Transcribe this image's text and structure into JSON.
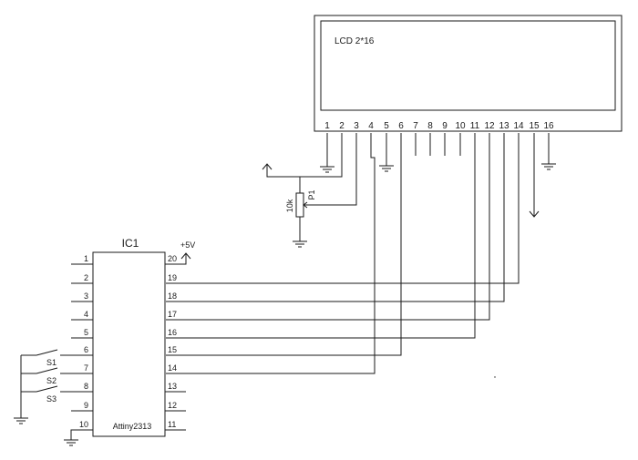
{
  "lcd": {
    "label": "LCD 2*16",
    "pins": [
      "1",
      "2",
      "3",
      "4",
      "5",
      "6",
      "7",
      "8",
      "9",
      "10",
      "11",
      "12",
      "13",
      "14",
      "15",
      "16"
    ]
  },
  "ic": {
    "name": "IC1",
    "part": "Attiny2313",
    "left_pins": [
      "1",
      "2",
      "3",
      "4",
      "5",
      "6",
      "7",
      "8",
      "9",
      "10"
    ],
    "right_pins": [
      "20",
      "19",
      "18",
      "17",
      "16",
      "15",
      "14",
      "13",
      "12",
      "11"
    ],
    "vcc_label": "+5V"
  },
  "pot": {
    "name": "P1",
    "value": "10k"
  },
  "switches": [
    "S1",
    "S2",
    "S3"
  ]
}
